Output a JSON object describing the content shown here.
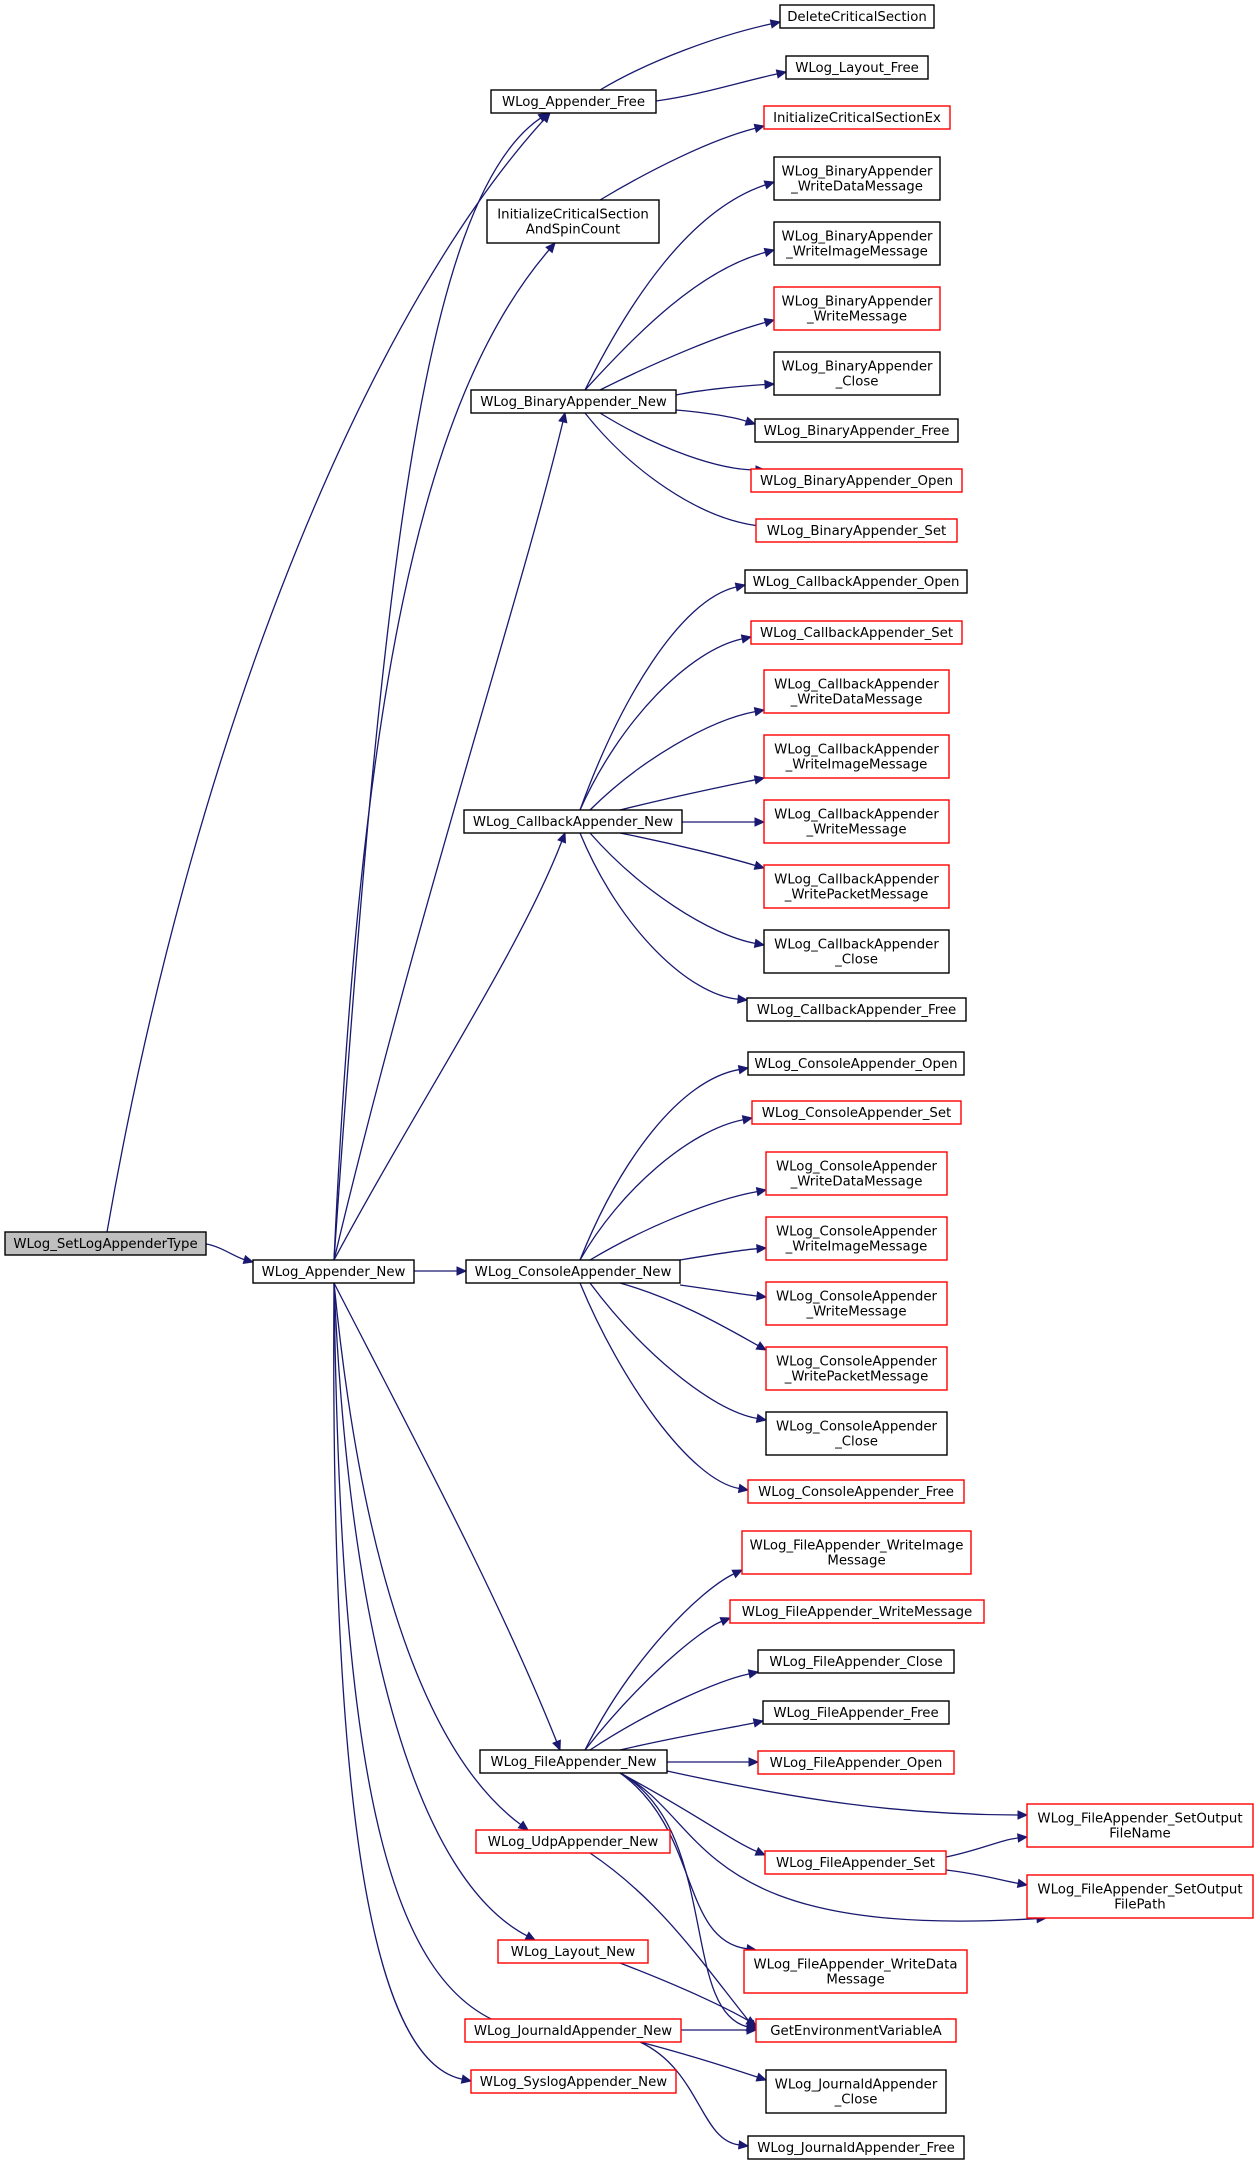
{
  "nodes": {
    "set_log_appender_type": {
      "lines": [
        "WLog_SetLogAppenderType"
      ],
      "style": "root"
    },
    "appender_new": {
      "lines": [
        "WLog_Appender_New"
      ],
      "style": "black"
    },
    "appender_free": {
      "lines": [
        "WLog_Appender_Free"
      ],
      "style": "black"
    },
    "delete_critical_section": {
      "lines": [
        "DeleteCriticalSection"
      ],
      "style": "black"
    },
    "layout_free": {
      "lines": [
        "WLog_Layout_Free"
      ],
      "style": "black"
    },
    "initialize_critical_section_ex": {
      "lines": [
        "InitializeCriticalSectionEx"
      ],
      "style": "red"
    },
    "initialize_critical_section_and_spin_count": {
      "lines": [
        "InitializeCriticalSection",
        "AndSpinCount"
      ],
      "style": "black"
    },
    "binary_appender_new": {
      "lines": [
        "WLog_BinaryAppender_New"
      ],
      "style": "black"
    },
    "binary_write_data_message": {
      "lines": [
        "WLog_BinaryAppender",
        "_WriteDataMessage"
      ],
      "style": "black"
    },
    "binary_write_image_message": {
      "lines": [
        "WLog_BinaryAppender",
        "_WriteImageMessage"
      ],
      "style": "black"
    },
    "binary_write_message": {
      "lines": [
        "WLog_BinaryAppender",
        "_WriteMessage"
      ],
      "style": "red"
    },
    "binary_close": {
      "lines": [
        "WLog_BinaryAppender",
        "_Close"
      ],
      "style": "black"
    },
    "binary_free": {
      "lines": [
        "WLog_BinaryAppender_Free"
      ],
      "style": "black"
    },
    "binary_open": {
      "lines": [
        "WLog_BinaryAppender_Open"
      ],
      "style": "red"
    },
    "binary_set": {
      "lines": [
        "WLog_BinaryAppender_Set"
      ],
      "style": "red"
    },
    "callback_appender_new": {
      "lines": [
        "WLog_CallbackAppender_New"
      ],
      "style": "black"
    },
    "callback_open": {
      "lines": [
        "WLog_CallbackAppender_Open"
      ],
      "style": "black"
    },
    "callback_set": {
      "lines": [
        "WLog_CallbackAppender_Set"
      ],
      "style": "red"
    },
    "callback_write_data_message": {
      "lines": [
        "WLog_CallbackAppender",
        "_WriteDataMessage"
      ],
      "style": "red"
    },
    "callback_write_image_message": {
      "lines": [
        "WLog_CallbackAppender",
        "_WriteImageMessage"
      ],
      "style": "red"
    },
    "callback_write_message": {
      "lines": [
        "WLog_CallbackAppender",
        "_WriteMessage"
      ],
      "style": "red"
    },
    "callback_write_packet_message": {
      "lines": [
        "WLog_CallbackAppender",
        "_WritePacketMessage"
      ],
      "style": "red"
    },
    "callback_close": {
      "lines": [
        "WLog_CallbackAppender",
        "_Close"
      ],
      "style": "black"
    },
    "callback_free": {
      "lines": [
        "WLog_CallbackAppender_Free"
      ],
      "style": "black"
    },
    "console_appender_new": {
      "lines": [
        "WLog_ConsoleAppender_New"
      ],
      "style": "black"
    },
    "console_open": {
      "lines": [
        "WLog_ConsoleAppender_Open"
      ],
      "style": "black"
    },
    "console_set": {
      "lines": [
        "WLog_ConsoleAppender_Set"
      ],
      "style": "red"
    },
    "console_write_data_message": {
      "lines": [
        "WLog_ConsoleAppender",
        "_WriteDataMessage"
      ],
      "style": "red"
    },
    "console_write_image_message": {
      "lines": [
        "WLog_ConsoleAppender",
        "_WriteImageMessage"
      ],
      "style": "red"
    },
    "console_write_message": {
      "lines": [
        "WLog_ConsoleAppender",
        "_WriteMessage"
      ],
      "style": "red"
    },
    "console_write_packet_message": {
      "lines": [
        "WLog_ConsoleAppender",
        "_WritePacketMessage"
      ],
      "style": "red"
    },
    "console_close": {
      "lines": [
        "WLog_ConsoleAppender",
        "_Close"
      ],
      "style": "black"
    },
    "console_free": {
      "lines": [
        "WLog_ConsoleAppender_Free"
      ],
      "style": "red"
    },
    "file_appender_new": {
      "lines": [
        "WLog_FileAppender_New"
      ],
      "style": "black"
    },
    "file_write_image_message": {
      "lines": [
        "WLog_FileAppender_WriteImage",
        "Message"
      ],
      "style": "red"
    },
    "file_write_message": {
      "lines": [
        "WLog_FileAppender_WriteMessage"
      ],
      "style": "red"
    },
    "file_close": {
      "lines": [
        "WLog_FileAppender_Close"
      ],
      "style": "black"
    },
    "file_free": {
      "lines": [
        "WLog_FileAppender_Free"
      ],
      "style": "black"
    },
    "file_open": {
      "lines": [
        "WLog_FileAppender_Open"
      ],
      "style": "red"
    },
    "file_set_output_file_name": {
      "lines": [
        "WLog_FileAppender_SetOutput",
        "FileName"
      ],
      "style": "red"
    },
    "file_set": {
      "lines": [
        "WLog_FileAppender_Set"
      ],
      "style": "red"
    },
    "file_set_output_file_path": {
      "lines": [
        "WLog_FileAppender_SetOutput",
        "FilePath"
      ],
      "style": "red"
    },
    "file_write_data_message": {
      "lines": [
        "WLog_FileAppender_WriteData",
        "Message"
      ],
      "style": "red"
    },
    "udp_appender_new": {
      "lines": [
        "WLog_UdpAppender_New"
      ],
      "style": "red"
    },
    "layout_new": {
      "lines": [
        "WLog_Layout_New"
      ],
      "style": "red"
    },
    "get_environment_variable_a": {
      "lines": [
        "GetEnvironmentVariableA"
      ],
      "style": "red"
    },
    "journald_appender_new": {
      "lines": [
        "WLog_JournaldAppender_New"
      ],
      "style": "red"
    },
    "journald_close": {
      "lines": [
        "WLog_JournaldAppender",
        "_Close"
      ],
      "style": "black"
    },
    "journald_free": {
      "lines": [
        "WLog_JournaldAppender_Free"
      ],
      "style": "black"
    },
    "syslog_appender_new": {
      "lines": [
        "WLog_SyslogAppender_New"
      ],
      "style": "red"
    }
  },
  "edges": [
    [
      "set_log_appender_type",
      "appender_free"
    ],
    [
      "set_log_appender_type",
      "appender_new"
    ],
    [
      "appender_free",
      "delete_critical_section"
    ],
    [
      "appender_free",
      "layout_free"
    ],
    [
      "appender_new",
      "appender_free"
    ],
    [
      "appender_new",
      "initialize_critical_section_and_spin_count"
    ],
    [
      "appender_new",
      "binary_appender_new"
    ],
    [
      "appender_new",
      "callback_appender_new"
    ],
    [
      "appender_new",
      "console_appender_new"
    ],
    [
      "appender_new",
      "file_appender_new"
    ],
    [
      "appender_new",
      "udp_appender_new"
    ],
    [
      "appender_new",
      "layout_new"
    ],
    [
      "appender_new",
      "journald_appender_new"
    ],
    [
      "appender_new",
      "syslog_appender_new"
    ],
    [
      "initialize_critical_section_and_spin_count",
      "initialize_critical_section_ex"
    ],
    [
      "binary_appender_new",
      "binary_write_data_message"
    ],
    [
      "binary_appender_new",
      "binary_write_image_message"
    ],
    [
      "binary_appender_new",
      "binary_write_message"
    ],
    [
      "binary_appender_new",
      "binary_close"
    ],
    [
      "binary_appender_new",
      "binary_free"
    ],
    [
      "binary_appender_new",
      "binary_open"
    ],
    [
      "binary_appender_new",
      "binary_set"
    ],
    [
      "callback_appender_new",
      "callback_open"
    ],
    [
      "callback_appender_new",
      "callback_set"
    ],
    [
      "callback_appender_new",
      "callback_write_data_message"
    ],
    [
      "callback_appender_new",
      "callback_write_image_message"
    ],
    [
      "callback_appender_new",
      "callback_write_message"
    ],
    [
      "callback_appender_new",
      "callback_write_packet_message"
    ],
    [
      "callback_appender_new",
      "callback_close"
    ],
    [
      "callback_appender_new",
      "callback_free"
    ],
    [
      "console_appender_new",
      "console_open"
    ],
    [
      "console_appender_new",
      "console_set"
    ],
    [
      "console_appender_new",
      "console_write_data_message"
    ],
    [
      "console_appender_new",
      "console_write_image_message"
    ],
    [
      "console_appender_new",
      "console_write_message"
    ],
    [
      "console_appender_new",
      "console_write_packet_message"
    ],
    [
      "console_appender_new",
      "console_close"
    ],
    [
      "console_appender_new",
      "console_free"
    ],
    [
      "file_appender_new",
      "file_write_image_message"
    ],
    [
      "file_appender_new",
      "file_write_message"
    ],
    [
      "file_appender_new",
      "file_close"
    ],
    [
      "file_appender_new",
      "file_free"
    ],
    [
      "file_appender_new",
      "file_open"
    ],
    [
      "file_appender_new",
      "file_set_output_file_name"
    ],
    [
      "file_appender_new",
      "file_set"
    ],
    [
      "file_appender_new",
      "file_set_output_file_path"
    ],
    [
      "file_appender_new",
      "file_write_data_message"
    ],
    [
      "file_appender_new",
      "get_environment_variable_a"
    ],
    [
      "file_set",
      "file_set_output_file_name"
    ],
    [
      "file_set",
      "file_set_output_file_path"
    ],
    [
      "udp_appender_new",
      "get_environment_variable_a"
    ],
    [
      "layout_new",
      "get_environment_variable_a"
    ],
    [
      "journald_appender_new",
      "get_environment_variable_a"
    ],
    [
      "journald_appender_new",
      "journald_close"
    ],
    [
      "journald_appender_new",
      "journald_free"
    ]
  ]
}
